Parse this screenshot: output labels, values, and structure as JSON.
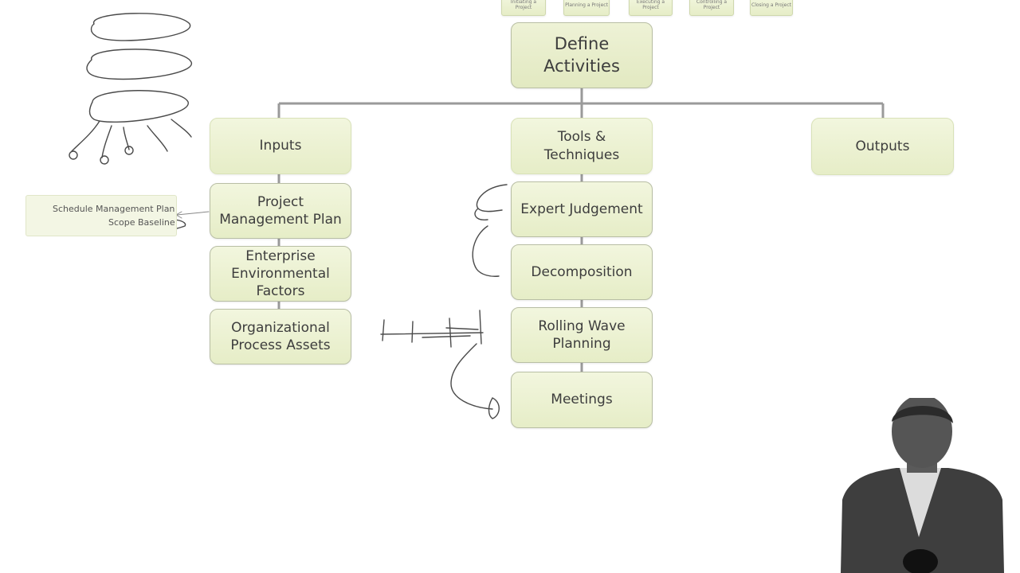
{
  "process_tabs": [
    "Initiating a Project",
    "Planning a Project",
    "Executing a Project",
    "Controlling a Project",
    "Closing a Project"
  ],
  "root": {
    "label": "Define\nActivities"
  },
  "categories": {
    "inputs": "Inputs",
    "tools": "Tools &\nTechniques",
    "outputs": "Outputs"
  },
  "inputs": [
    "Project\nManagement Plan",
    "Enterprise\nEnvironmental\nFactors",
    "Organizational\nProcess Assets"
  ],
  "tools": [
    "Expert Judgement",
    "Decomposition",
    "Rolling Wave\nPlanning",
    "Meetings"
  ],
  "annotation": {
    "line1": "Schedule Management Plan",
    "line2": "Scope Baseline"
  },
  "colors": {
    "box_fill": "#e9efcc",
    "box_border": "#c7cfa6",
    "connector": "#8a8a8a",
    "ink": "#4a4a4a"
  }
}
